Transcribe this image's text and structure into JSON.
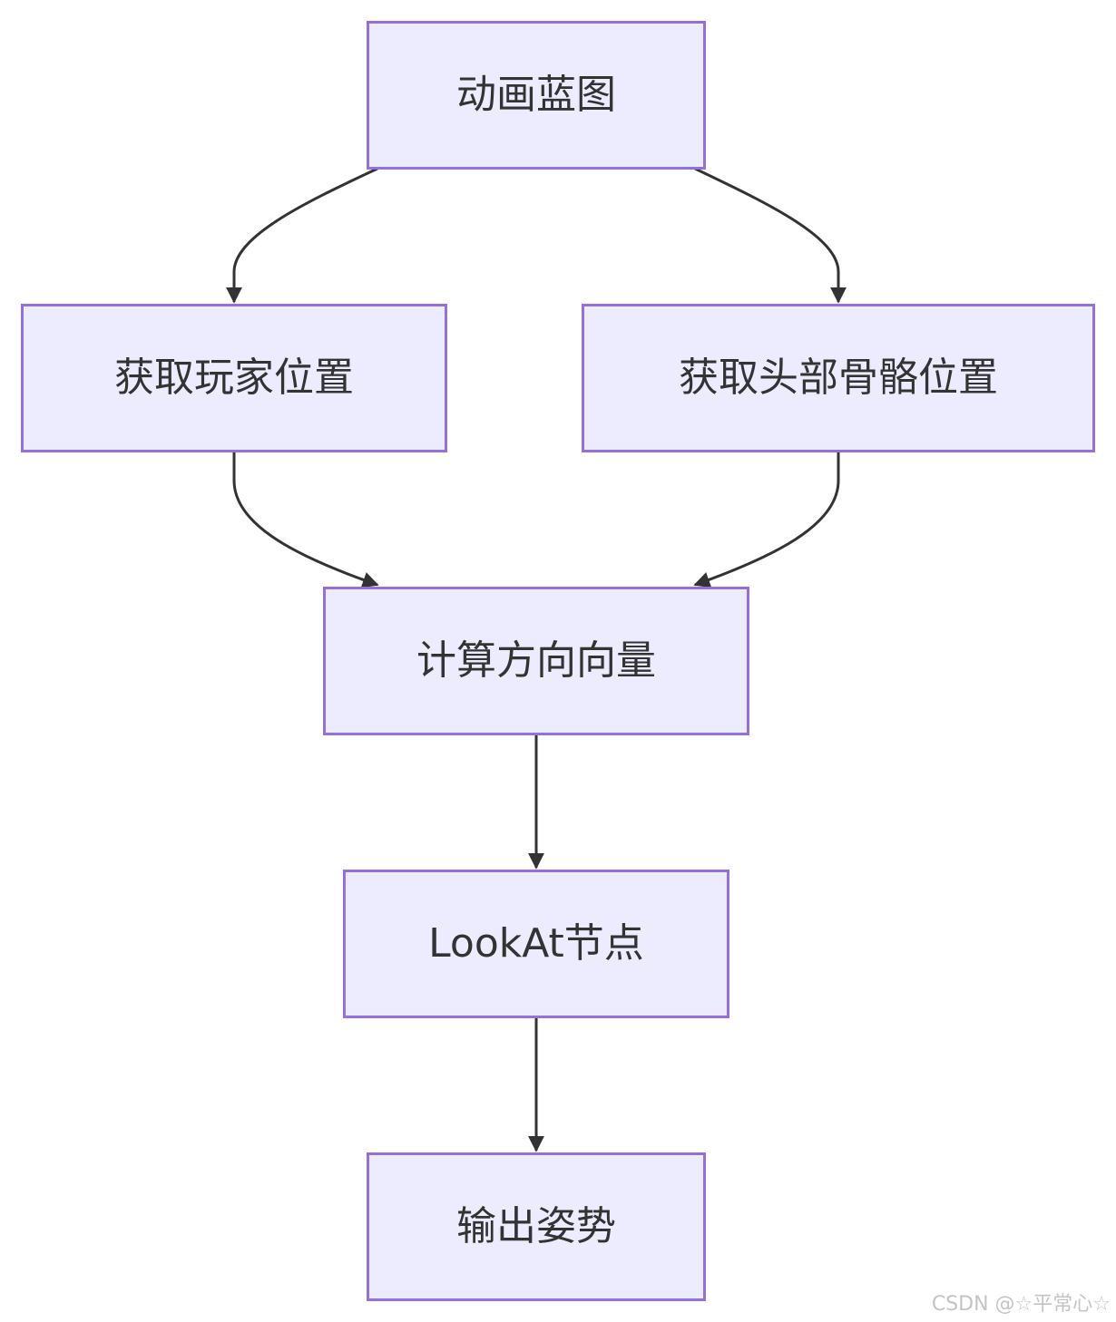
{
  "nodes": {
    "anim_blueprint": "动画蓝图",
    "get_player_position": "获取玩家位置",
    "get_head_bone_position": "获取头部骨骼位置",
    "compute_direction_vector": "计算方向向量",
    "lookat_node": "LookAt节点",
    "output_pose": "输出姿势"
  },
  "edges": [
    {
      "from": "anim_blueprint",
      "to": "get_player_position"
    },
    {
      "from": "anim_blueprint",
      "to": "get_head_bone_position"
    },
    {
      "from": "get_player_position",
      "to": "compute_direction_vector"
    },
    {
      "from": "get_head_bone_position",
      "to": "compute_direction_vector"
    },
    {
      "from": "compute_direction_vector",
      "to": "lookat_node"
    },
    {
      "from": "lookat_node",
      "to": "output_pose"
    }
  ],
  "colors": {
    "node_fill": "#ececfe",
    "node_border": "#9370db",
    "text": "#333333",
    "edge": "#333333",
    "watermark": "#c4c4c4"
  },
  "watermark": "CSDN @☆平常心☆"
}
